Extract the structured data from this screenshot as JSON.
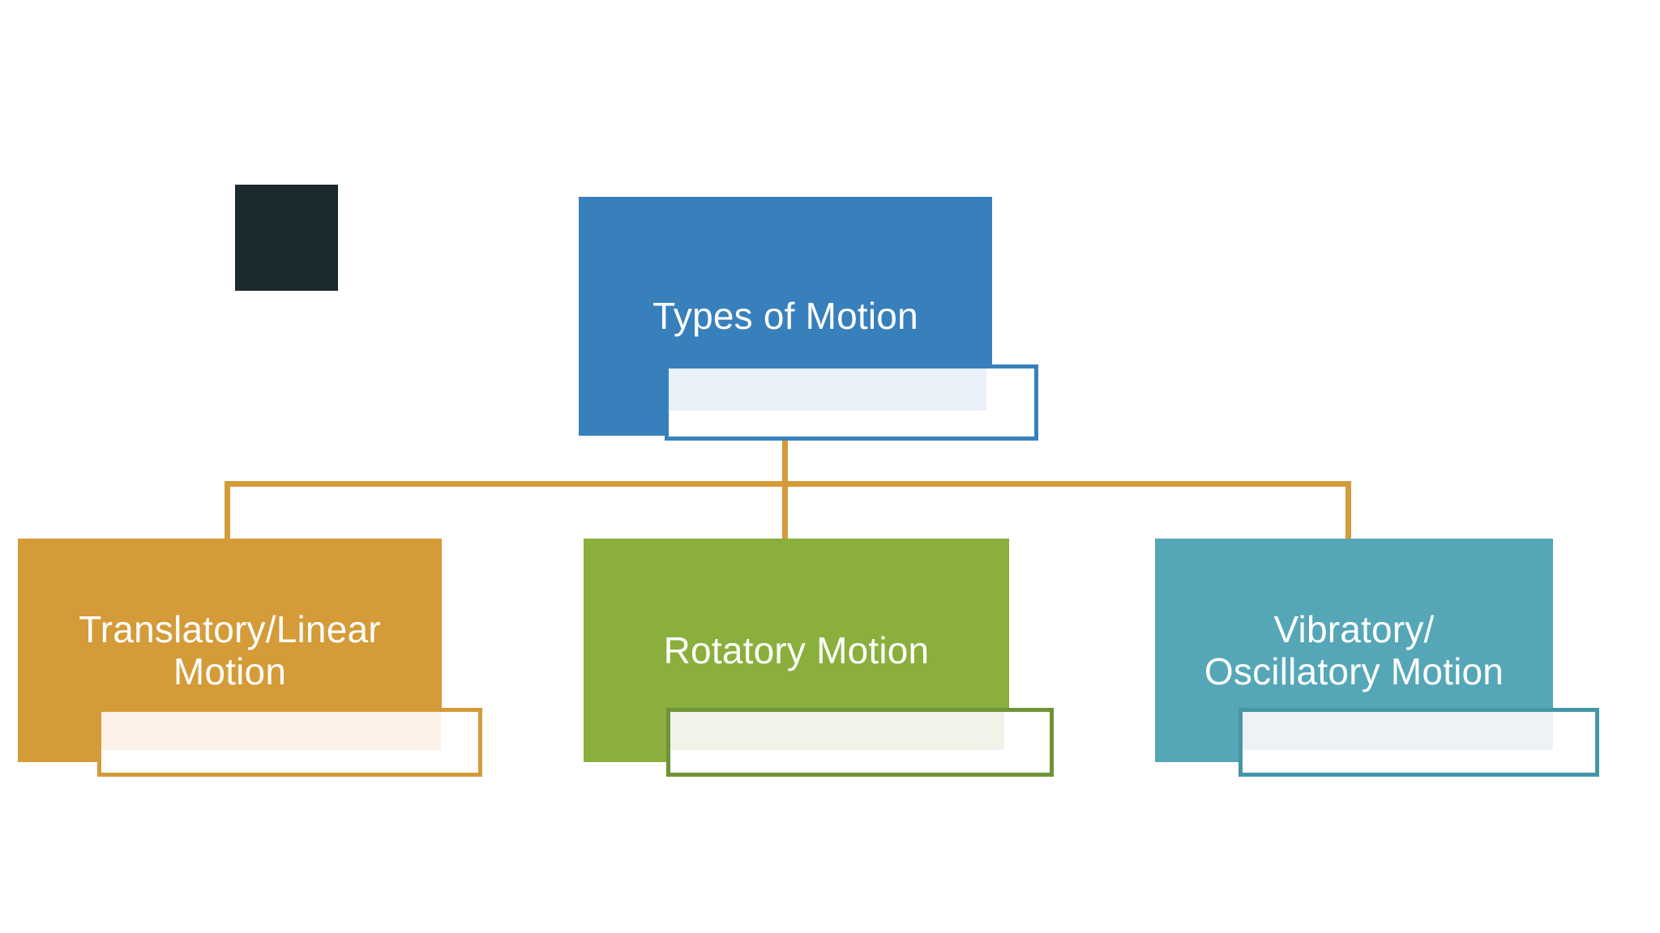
{
  "diagram": {
    "title": "Types of Motion hierarchy",
    "background_color": "#FFFFFF",
    "connector_color": "#D49B38"
  },
  "decor": {
    "square_color": "#1B2A2C"
  },
  "root": {
    "label": "Types of Motion",
    "fill_color": "#3880BC",
    "text_color": "#FFFFFF",
    "plate_border_color": "#3880BC",
    "plate_band_color": "#E9F0F7",
    "plate_caption": ""
  },
  "children": [
    {
      "label": "Translatory/Linear\nMotion",
      "fill_color": "#D49B38",
      "text_color": "#FFFFFF",
      "plate_border_color": "#D49B38",
      "plate_band_color": "#FCF2E9",
      "plate_caption": ""
    },
    {
      "label": "Rotatory Motion",
      "fill_color": "#8AAF3C",
      "text_color": "#FFFFFF",
      "plate_border_color": "#6E9437",
      "plate_band_color": "#EFF3E8",
      "plate_caption": ""
    },
    {
      "label": "Vibratory/\nOscillatory Motion",
      "fill_color": "#55A7B7",
      "text_color": "#FFFFFF",
      "plate_border_color": "#4596A8",
      "plate_band_color": "#EDF2F5",
      "plate_caption": ""
    }
  ]
}
